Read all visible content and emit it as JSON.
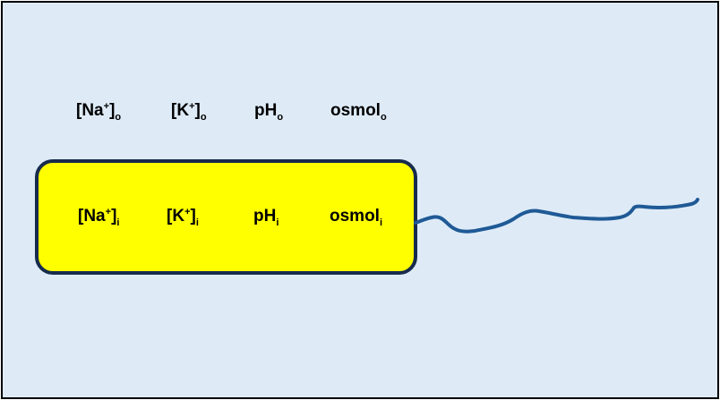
{
  "outside": {
    "na": {
      "base": "[Na",
      "sup": "+",
      "close": "]",
      "sub": "o"
    },
    "k": {
      "base": "[K",
      "sup": "+",
      "close": "]",
      "sub": "o"
    },
    "ph": {
      "base": "pH",
      "sub": "o"
    },
    "osmol": {
      "base": "osmol",
      "sub": "o"
    }
  },
  "inside": {
    "na": {
      "base": "[Na",
      "sup": "+",
      "close": "]",
      "sub": "i"
    },
    "k": {
      "base": "[K",
      "sup": "+",
      "close": "]",
      "sub": "i"
    },
    "ph": {
      "base": "pH",
      "sub": "i"
    },
    "osmol": {
      "base": "osmol",
      "sub": "i"
    }
  },
  "colors": {
    "background": "#deebf7",
    "cell_fill": "#ffff00",
    "cell_border": "#172b4d",
    "flagellum": "#1f5a96"
  }
}
